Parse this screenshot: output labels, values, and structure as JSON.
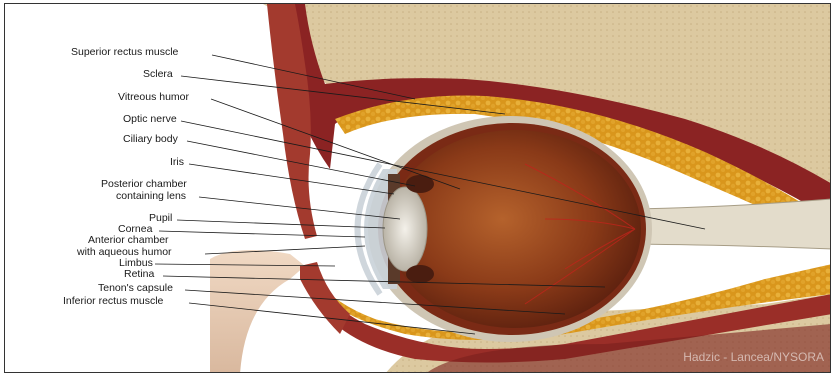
{
  "labels": [
    {
      "id": "superior-rectus",
      "text": "Superior rectus muscle"
    },
    {
      "id": "sclera",
      "text": "Sclera"
    },
    {
      "id": "vitreous",
      "text": "Vitreous humor"
    },
    {
      "id": "optic-nerve",
      "text": "Optic nerve"
    },
    {
      "id": "ciliary-body",
      "text": "Ciliary body"
    },
    {
      "id": "iris",
      "text": "Iris"
    },
    {
      "id": "posterior-chamber",
      "text": "Posterior chamber"
    },
    {
      "id": "containing-lens",
      "text": "containing lens"
    },
    {
      "id": "pupil",
      "text": "Pupil"
    },
    {
      "id": "cornea",
      "text": "Cornea"
    },
    {
      "id": "anterior-chamber",
      "text": "Anterior chamber"
    },
    {
      "id": "aqueous-humor",
      "text": "with aqueous humor"
    },
    {
      "id": "limbus",
      "text": "Limbus"
    },
    {
      "id": "retina",
      "text": "Retina"
    },
    {
      "id": "tenons",
      "text": "Tenon's capsule"
    },
    {
      "id": "inferior-rectus",
      "text": "Inferior rectus muscle"
    }
  ],
  "credit": "Hadzic - Lancea/NYSORA"
}
